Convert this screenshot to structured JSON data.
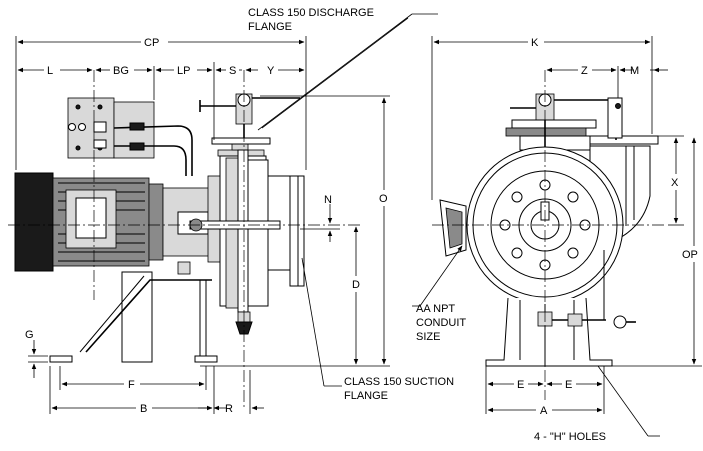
{
  "callouts": {
    "discharge_line1": "CLASS 150 DISCHARGE",
    "discharge_line2": "FLANGE",
    "suction_line1": "CLASS 150 SUCTION",
    "suction_line2": "FLANGE",
    "conduit_line1": "AA NPT",
    "conduit_line2": "CONDUIT",
    "conduit_line3": "SIZE",
    "holes": "4 - \"H\" HOLES"
  },
  "dimensions": {
    "cp": "CP",
    "l": "L",
    "bg": "BG",
    "lp": "LP",
    "s": "S",
    "y": "Y",
    "o": "O",
    "n": "N",
    "d": "D",
    "g": "G",
    "f": "F",
    "b": "B",
    "r": "R",
    "k": "K",
    "z": "Z",
    "m": "M",
    "x": "X",
    "op": "OP",
    "e_left": "E",
    "e_right": "E",
    "a": "A"
  }
}
